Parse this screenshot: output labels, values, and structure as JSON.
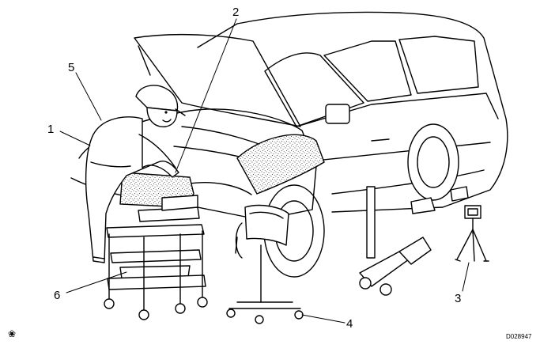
{
  "diagram": {
    "callouts": [
      {
        "id": "1",
        "label": "1"
      },
      {
        "id": "2",
        "label": "2"
      },
      {
        "id": "3",
        "label": "3"
      },
      {
        "id": "4",
        "label": "4"
      },
      {
        "id": "5",
        "label": "5"
      },
      {
        "id": "6",
        "label": "6"
      }
    ],
    "figure_code": "D028947",
    "corner_mark": "❀"
  }
}
